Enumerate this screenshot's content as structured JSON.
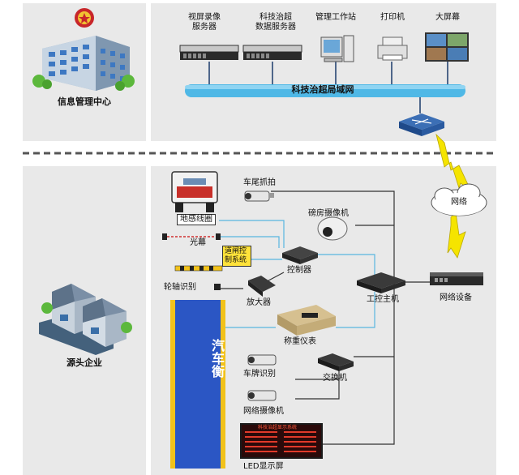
{
  "top": {
    "center_label": "信息管理中心",
    "devices": [
      {
        "id": "video-server",
        "label_line1": "视屏录像",
        "label_line2": "服务器"
      },
      {
        "id": "data-server",
        "label_line1": "科技治超",
        "label_line2": "数据服务器"
      },
      {
        "id": "workstation",
        "label_line1": "管理工作站",
        "label_line2": ""
      },
      {
        "id": "printer",
        "label_line1": "打印机",
        "label_line2": ""
      },
      {
        "id": "big-screen",
        "label_line1": "大屏幕",
        "label_line2": ""
      }
    ],
    "lan_label": "科技治超局域网"
  },
  "network": {
    "cloud_label": "网络",
    "net_device_label": "网络设备"
  },
  "bottom": {
    "center_label": "源头企业",
    "truck_label": "地感线圈",
    "tail_camera_label": "车尾抓拍",
    "booth_camera_label": "磅房摄像机",
    "light_curtain_label": "光幕",
    "gate_label": "道闸控制系统",
    "controller_label": "控制器",
    "axle_label": "轮轴识别",
    "amplifier_label": "放大器",
    "ipc_label": "工控主机",
    "scale_label": "汽车衡",
    "weighing_label": "称重仪表",
    "plate_label": "车牌识别",
    "switch_label": "交换机",
    "netcam_label": "网络摄像机",
    "led_label": "LED显示屏",
    "led_screen_title": "科技治超显示系统"
  },
  "colors": {
    "panel": "#e9e9e9",
    "lan_pipe": "#4fb8e6",
    "scale_blue": "#2b56c4",
    "scale_yellow": "#f2c21a",
    "lightning": "#f5e400",
    "line_dark": "#333333",
    "line_blue": "#58b6e0"
  }
}
